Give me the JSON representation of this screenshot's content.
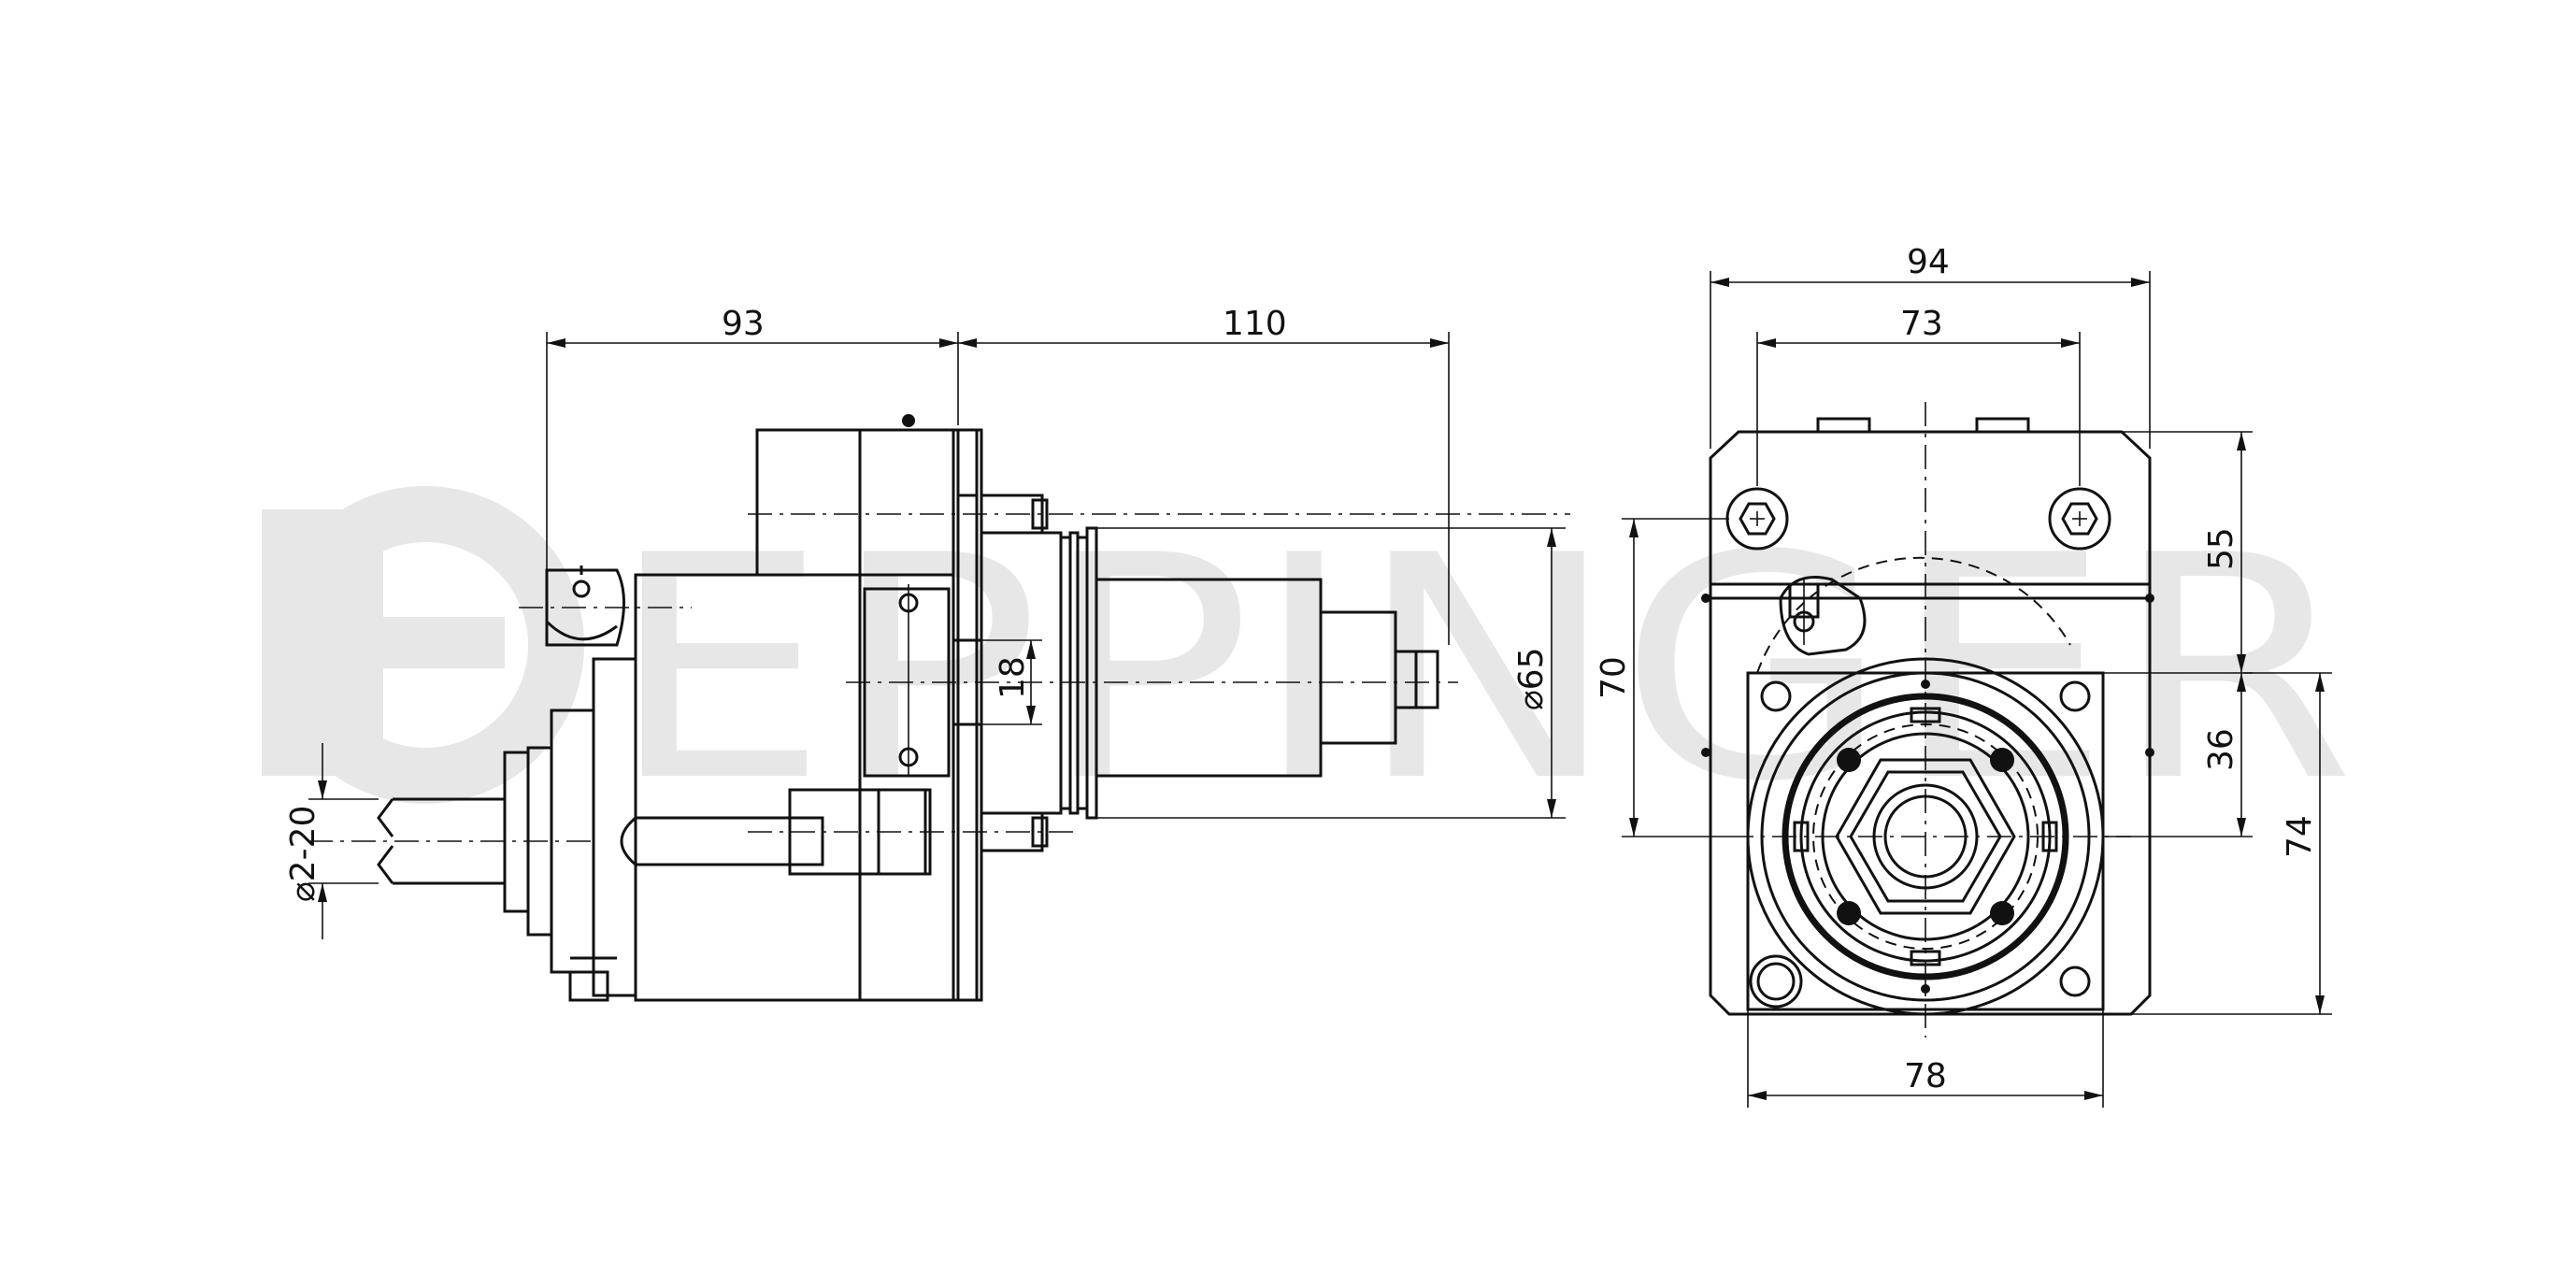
{
  "watermark": {
    "text": "EPPINGER",
    "color": "#e7e7e7"
  },
  "side_view": {
    "dim_total_width": "93",
    "dim_spindle_length": "110",
    "dim_square": "18",
    "dim_collar_diameter": "⌀65",
    "dim_clamping_range": "⌀2-20"
  },
  "front_view": {
    "dim_overall_width": "94",
    "dim_bolt_spacing": "73",
    "dim_height_top": "55",
    "dim_center_height": "36",
    "dim_left_height": "70",
    "dim_total_height": "74",
    "dim_flange_width": "78"
  },
  "colors": {
    "line": "#111111",
    "background": "#ffffff"
  }
}
